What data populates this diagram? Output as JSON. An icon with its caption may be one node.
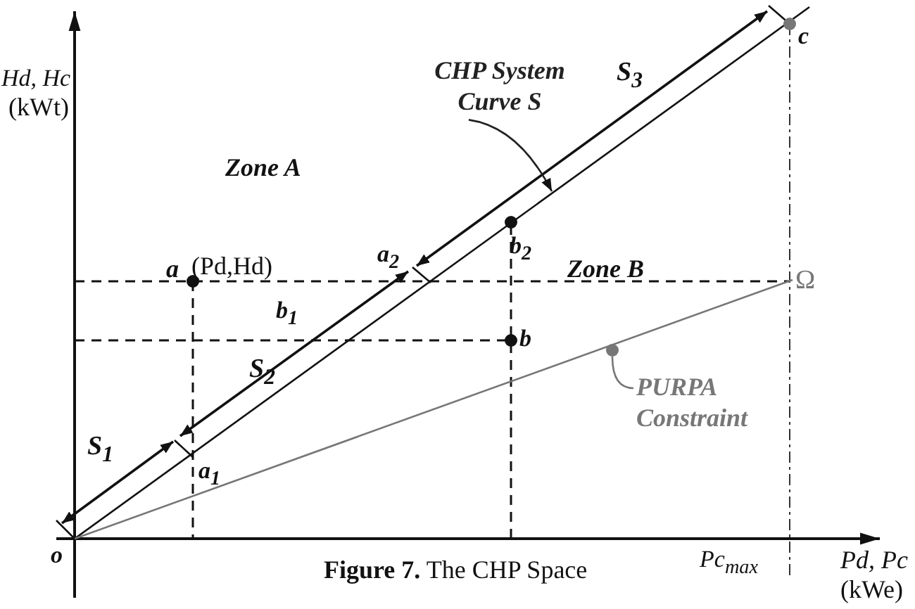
{
  "diagram": {
    "caption": "**Figure 7.** The CHP Space",
    "nodes": [
      {
        "text": [
          "CHP System Curve S"
        ]
      },
      {
        "text": [
          "PURPA Constraint"
        ]
      },
      {
        "text": [],
        "shape": "circle"
      }
    ],
    "edges": [
      {
        "from": 0,
        "to": null,
        "arrow": "to"
      },
      {
        "from": 1,
        "to": 2,
        "arrow": "none"
      }
    ],
    "labels": [
      "Hd, Hc",
      "(kWt)",
      "c",
      "S$_{3}$",
      "Zone A",
      "a$_{2}$",
      "b$_{2}$",
      "a",
      "(Pd,Hd)",
      "Zone B",
      "Ω",
      "b$_{1}$",
      "b",
      "S$_{2}$",
      "S$_{1}$",
      "a$_{1}$",
      "o",
      "Pc$_{max}$",
      "Pd, Pc",
      "(kWe)"
    ]
  }
}
